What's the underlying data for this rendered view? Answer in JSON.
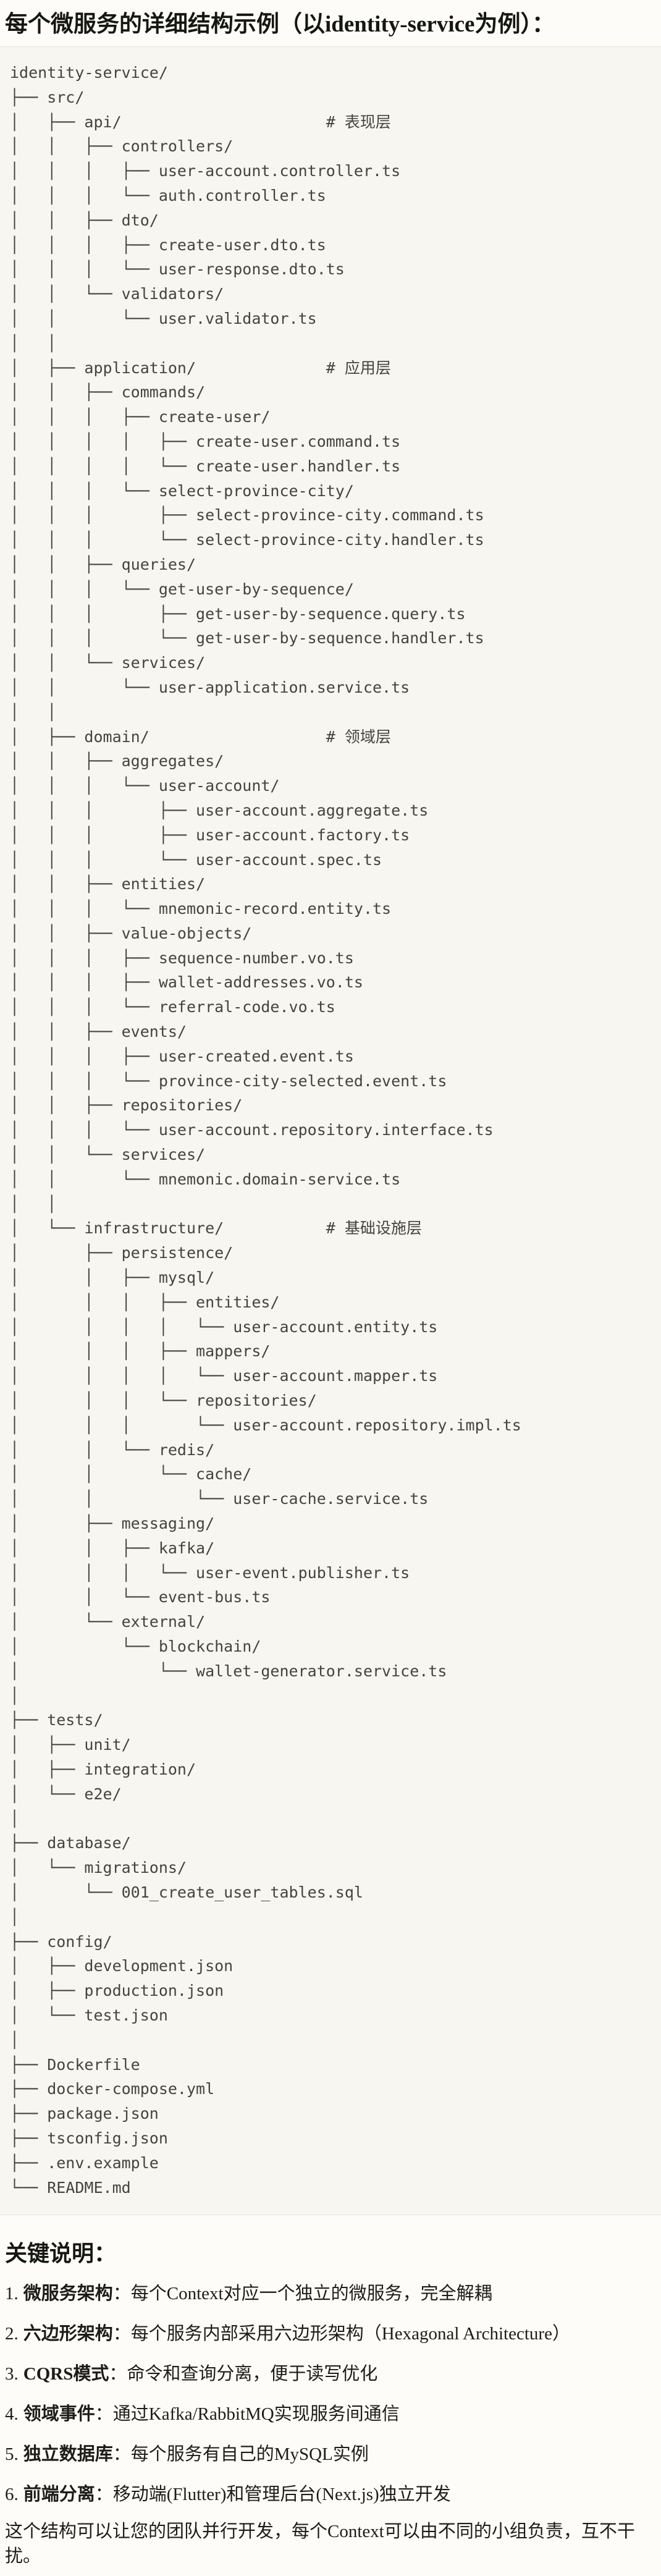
{
  "page": {
    "title": "每个微服务的详细结构示例（以identity-service为例）："
  },
  "tree": {
    "lines": [
      "identity-service/",
      "├── src/",
      "│   ├── api/                      # 表现层",
      "│   │   ├── controllers/",
      "│   │   │   ├── user-account.controller.ts",
      "│   │   │   └── auth.controller.ts",
      "│   │   ├── dto/",
      "│   │   │   ├── create-user.dto.ts",
      "│   │   │   └── user-response.dto.ts",
      "│   │   └── validators/",
      "│   │       └── user.validator.ts",
      "│   │",
      "│   ├── application/              # 应用层",
      "│   │   ├── commands/",
      "│   │   │   ├── create-user/",
      "│   │   │   │   ├── create-user.command.ts",
      "│   │   │   │   └── create-user.handler.ts",
      "│   │   │   └── select-province-city/",
      "│   │   │       ├── select-province-city.command.ts",
      "│   │   │       └── select-province-city.handler.ts",
      "│   │   ├── queries/",
      "│   │   │   └── get-user-by-sequence/",
      "│   │   │       ├── get-user-by-sequence.query.ts",
      "│   │   │       └── get-user-by-sequence.handler.ts",
      "│   │   └── services/",
      "│   │       └── user-application.service.ts",
      "│   │",
      "│   ├── domain/                   # 领域层",
      "│   │   ├── aggregates/",
      "│   │   │   └── user-account/",
      "│   │   │       ├── user-account.aggregate.ts",
      "│   │   │       ├── user-account.factory.ts",
      "│   │   │       └── user-account.spec.ts",
      "│   │   ├── entities/",
      "│   │   │   └── mnemonic-record.entity.ts",
      "│   │   ├── value-objects/",
      "│   │   │   ├── sequence-number.vo.ts",
      "│   │   │   ├── wallet-addresses.vo.ts",
      "│   │   │   └── referral-code.vo.ts",
      "│   │   ├── events/",
      "│   │   │   ├── user-created.event.ts",
      "│   │   │   └── province-city-selected.event.ts",
      "│   │   ├── repositories/",
      "│   │   │   └── user-account.repository.interface.ts",
      "│   │   └── services/",
      "│   │       └── mnemonic.domain-service.ts",
      "│   │",
      "│   └── infrastructure/           # 基础设施层",
      "│       ├── persistence/",
      "│       │   ├── mysql/",
      "│       │   │   ├── entities/",
      "│       │   │   │   └── user-account.entity.ts",
      "│       │   │   ├── mappers/",
      "│       │   │   │   └── user-account.mapper.ts",
      "│       │   │   └── repositories/",
      "│       │   │       └── user-account.repository.impl.ts",
      "│       │   └── redis/",
      "│       │       └── cache/",
      "│       │           └── user-cache.service.ts",
      "│       ├── messaging/",
      "│       │   ├── kafka/",
      "│       │   │   └── user-event.publisher.ts",
      "│       │   └── event-bus.ts",
      "│       └── external/",
      "│           └── blockchain/",
      "│               └── wallet-generator.service.ts",
      "│",
      "├── tests/",
      "│   ├── unit/",
      "│   ├── integration/",
      "│   └── e2e/",
      "│",
      "├── database/",
      "│   └── migrations/",
      "│       └── 001_create_user_tables.sql",
      "│",
      "├── config/",
      "│   ├── development.json",
      "│   ├── production.json",
      "│   └── test.json",
      "│",
      "├── Dockerfile",
      "├── docker-compose.yml",
      "├── package.json",
      "├── tsconfig.json",
      "├── .env.example",
      "└── README.md"
    ]
  },
  "notes": {
    "heading": "关键说明：",
    "items": [
      {
        "num": "1.",
        "label": "微服务架构",
        "text": "：每个Context对应一个独立的微服务，完全解耦"
      },
      {
        "num": "2.",
        "label": "六边形架构",
        "text": "：每个服务内部采用六边形架构（Hexagonal Architecture）"
      },
      {
        "num": "3.",
        "label": "CQRS模式",
        "text": "：命令和查询分离，便于读写优化"
      },
      {
        "num": "4.",
        "label": "领域事件",
        "text": "：通过Kafka/RabbitMQ实现服务间通信"
      },
      {
        "num": "5.",
        "label": "独立数据库",
        "text": "：每个服务有自己的MySQL实例"
      },
      {
        "num": "6.",
        "label": "前端分离",
        "text": "：移动端(Flutter)和管理后台(Next.js)独立开发"
      }
    ]
  },
  "footer": {
    "text": "这个结构可以让您的团队并行开发，每个Context可以由不同的小组负责，互不干扰。"
  },
  "colors": {
    "page_bg": "#FDFCF8",
    "code_bg": "#F7F6F1",
    "code_border": "#E5E3DB",
    "code_text": "#44443F",
    "body_text": "#1D1C19"
  }
}
